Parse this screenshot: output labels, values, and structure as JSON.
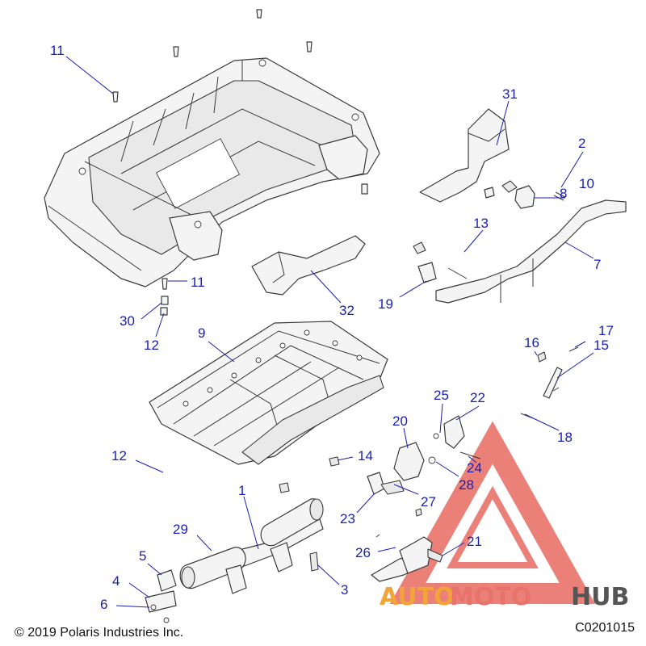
{
  "footer": {
    "copyright": "© 2019 Polaris Industries Inc.",
    "figure_code": "C0201015"
  },
  "callouts": [
    "11",
    "31",
    "2",
    "8",
    "10",
    "13",
    "7",
    "19",
    "11",
    "30",
    "12",
    "32",
    "9",
    "16",
    "17",
    "15",
    "25",
    "22",
    "18",
    "20",
    "12",
    "14",
    "24",
    "28",
    "27",
    "23",
    "1",
    "29",
    "21",
    "5",
    "26",
    "4",
    "3",
    "6"
  ],
  "watermark": {
    "part1": "AUTO",
    "part2": "MOTO",
    "part3": "HUB",
    "color_orange": "#f2a33a",
    "color_red": "#e8736a",
    "color_dark": "#555555"
  },
  "colors": {
    "callout": "#1a1fb0",
    "line_art": "#3a3a3a"
  }
}
